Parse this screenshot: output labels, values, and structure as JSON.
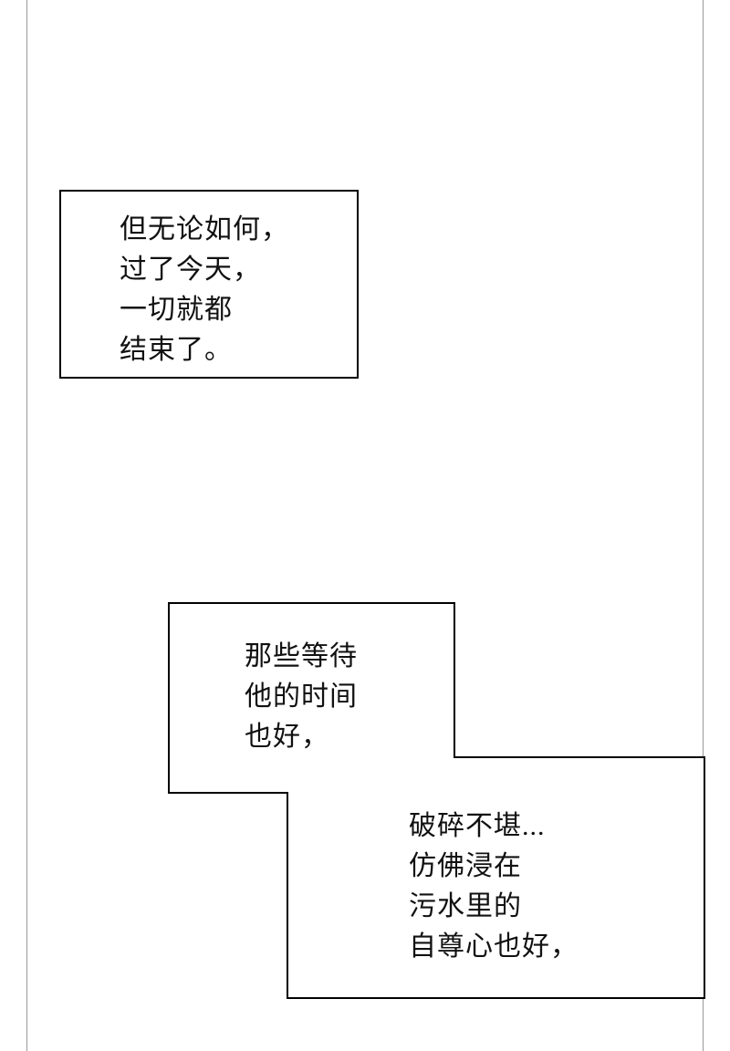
{
  "page": {
    "type": "comic-page",
    "background": "#ffffff",
    "margin_line_color": "#9a9a9a",
    "ink_color": "#000000"
  },
  "boxes": {
    "top": {
      "lines": [
        "但无论如何，",
        "过了今天，",
        "一切就都",
        "结束了。"
      ]
    },
    "middle": {
      "lines": [
        "那些等待",
        "他的时间",
        "也好，"
      ]
    },
    "bottom": {
      "lines": [
        "破碎不堪...",
        "仿佛浸在",
        "污水里的",
        "自尊心也好，"
      ]
    }
  }
}
